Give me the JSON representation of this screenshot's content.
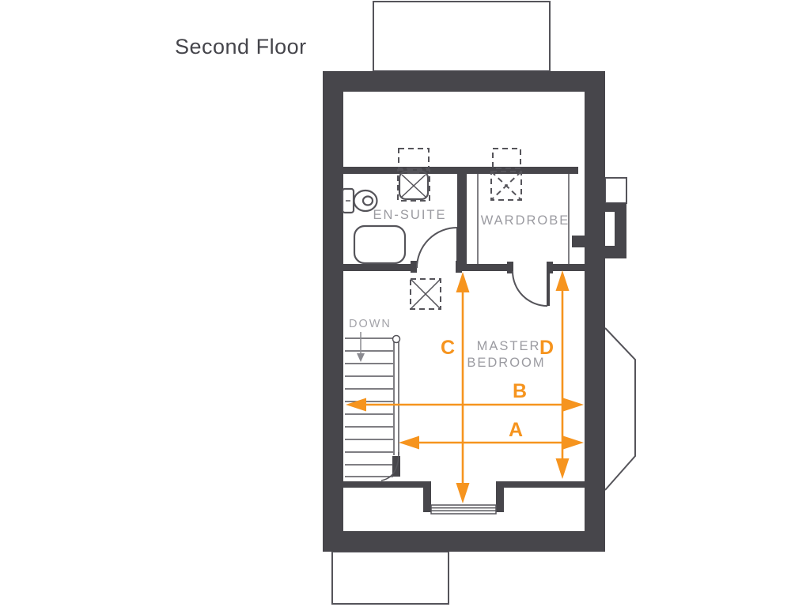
{
  "title": "Second Floor",
  "colors": {
    "wall": "#47464B",
    "outline": "#55545A",
    "fixture": "#55545A",
    "room_label": "#9B9BA1",
    "down_label": "#A3A3A9",
    "accent": "#F6941E",
    "background": "#FFFFFF"
  },
  "rooms": {
    "ensuite": {
      "label": "EN-SUITE"
    },
    "wardrobe": {
      "label": "WARDROBE"
    },
    "master_bedroom": {
      "label_line1": "MASTER",
      "label_line2": "BEDROOM"
    }
  },
  "stairs": {
    "label": "DOWN"
  },
  "dimensions": {
    "a": {
      "label": "A"
    },
    "b": {
      "label": "B"
    },
    "c": {
      "label": "C"
    },
    "d": {
      "label": "D"
    }
  },
  "icons": {
    "toilet": "toilet-icon",
    "sink": "sink-icon",
    "shower": "shower-icon",
    "skylight": "skylight-dashed-icon",
    "loft_hatch": "loft-hatch-icon",
    "down_arrow": "down-arrow-icon"
  }
}
